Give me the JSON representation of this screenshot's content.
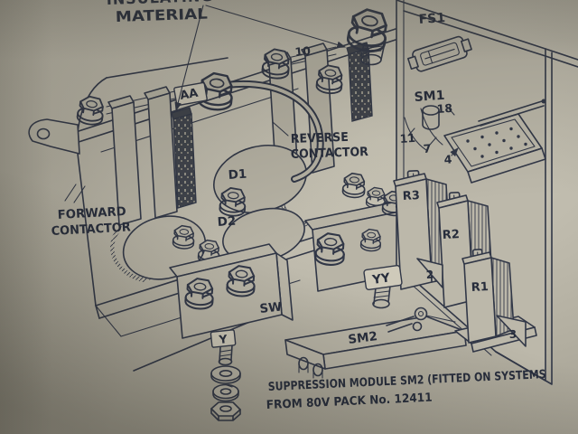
{
  "page": {
    "kind": "printed technical manual illustration (photograph)",
    "colors": {
      "paper": "#bfbbad",
      "ink": "#313747",
      "insulation_fill": "#3f434c"
    }
  },
  "labels": {
    "insulating_material_line1": "INSULATING",
    "insulating_material_line2": "MATERIAL",
    "fs1": "FS1",
    "sm1": "SM1",
    "terminal_18": "18",
    "terminal_11": "11",
    "terminal_7": "7",
    "terminal_4": "4",
    "terminal_10": "10",
    "terminal_aa": "AA",
    "reverse_contactor_line1": "REVERSE",
    "reverse_contactor_line2": "CONTACTOR",
    "forward_contactor_line1": "FORWARD",
    "forward_contactor_line2": "CONTACTOR",
    "d1": "D1",
    "d2": "D2",
    "r3": "R3",
    "r2": "R2",
    "r1": "R1",
    "terminal_2": "2",
    "terminal_3": "3",
    "sw": "SW",
    "yy": "YY",
    "y": "Y",
    "sm2": "SM2"
  },
  "caption": {
    "line1": "SUPPRESSION MODULE SM2 (FITTED ON SYSTEMS",
    "line2": "FROM 80V PACK No. 12411"
  }
}
